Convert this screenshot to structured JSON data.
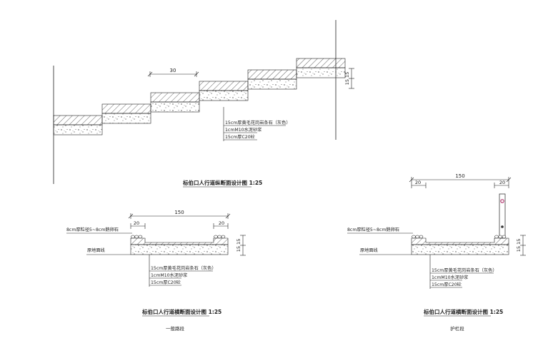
{
  "colors": {
    "line": "#222222",
    "hatch": "#222222",
    "concrete_dot": "#444444",
    "railing_accent": "#b0306a"
  },
  "profile": {
    "title": "标伯口人行道纵断面设计图 1:25",
    "dim_tread": "30",
    "dim_riser": "15  15",
    "layers": [
      "15cm厚黄毛花岗岩条石（灰色）",
      "1cmM10水泥砂浆",
      "15cm厚C20砼"
    ]
  },
  "section_general": {
    "title": "标伯口人行道横断面设计图 1:25",
    "subtitle": "一般路段",
    "dim_total": "150",
    "dim_left": "20",
    "dim_right": "20",
    "dim_height": "15  15",
    "pebble_label": "8cm厚粒径5~8cm鹅卵石",
    "ground_label": "原地面线",
    "layers": [
      "15cm厚黄毛花岗岩条石（灰色）",
      "1cmM10水泥砂浆",
      "15cm厚C20砼"
    ]
  },
  "section_railing": {
    "title": "标伯口人行道横断面设计图 1:25",
    "subtitle": "护栏段",
    "dim_total": "150",
    "dim_left": "20",
    "dim_right": "20",
    "dim_height": "15  15",
    "pebble_label": "8cm厚粒径5~8cm鹅卵石",
    "ground_label": "原地面线",
    "layers": [
      "15cm厚黄毛花岗岩条石（灰色）",
      "1cmM10水泥砂浆",
      "15cm厚C20砼"
    ]
  }
}
